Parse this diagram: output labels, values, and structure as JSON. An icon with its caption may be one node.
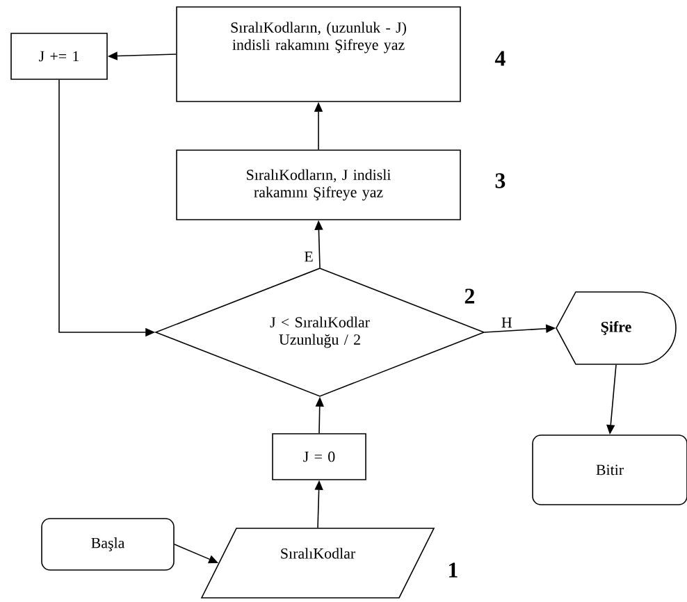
{
  "diagram": {
    "nodes": [
      {
        "text": [
          "Başla"
        ]
      },
      {
        "text": [
          "SıralıKodlar"
        ]
      },
      {
        "text": [
          "J = 0"
        ]
      },
      {
        "text": [
          "J < SıralıKodlar Uzunluğu / 2"
        ]
      },
      {
        "text": [
          "SıralıKodların, J indisli rakamını Şifreye yaz"
        ]
      },
      {
        "text": [
          "SıralıKodların, (uzunluk - J) indisli rakamını Şifreye yaz"
        ]
      },
      {
        "text": [
          "J += 1"
        ]
      },
      {
        "text": [
          "Şifre"
        ]
      },
      {
        "text": [
          "Bitir"
        ]
      }
    ],
    "edges": [
      {
        "from": 0,
        "to": 1,
        "arrow": "to"
      },
      {
        "from": 1,
        "to": 2,
        "arrow": "to"
      },
      {
        "from": 2,
        "to": 3,
        "arrow": "to"
      },
      {
        "from": 3,
        "to": 4,
        "arrow": "to",
        "label": "E"
      },
      {
        "from": 4,
        "to": 5,
        "arrow": "to"
      },
      {
        "from": 5,
        "to": 6,
        "arrow": "to"
      },
      {
        "from": 6,
        "to": 3,
        "arrow": "to"
      },
      {
        "from": 3,
        "to": 7,
        "arrow": "to",
        "label": "H"
      },
      {
        "from": 7,
        "to": 8,
        "arrow": "to"
      }
    ],
    "labels": [
      "4",
      "3",
      "2",
      "1"
    ]
  }
}
